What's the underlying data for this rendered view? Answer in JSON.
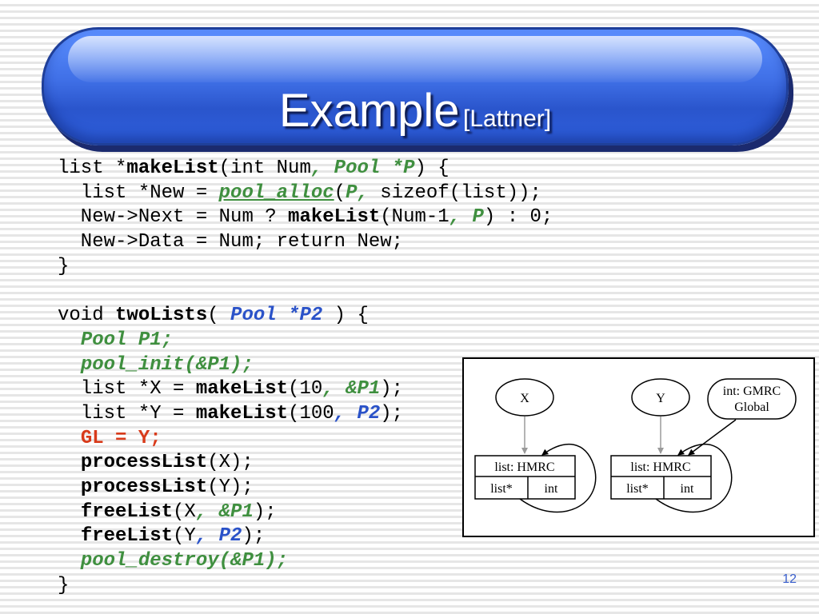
{
  "title": {
    "main": "Example",
    "sub": "[Lattner]"
  },
  "code": {
    "l1": {
      "a": "list *",
      "b": "makeList",
      "c": "(int Num",
      "d": ", Pool *P",
      "e": ") {"
    },
    "l2": {
      "a": "  list *New = ",
      "b": "pool_alloc",
      "c": "(",
      "d": "P,",
      "e": " sizeof(list));"
    },
    "l3": {
      "a": "  New->Next = Num ? ",
      "b": "makeList",
      "c": "(Num-1",
      "d": ", P",
      "e": ") : 0;"
    },
    "l4": "  New->Data = Num; return New;",
    "l5": "}",
    "l7": {
      "a": "void ",
      "b": "twoLists",
      "c": "( ",
      "d": "Pool *P2",
      "e": " ) {"
    },
    "l8": "Pool P1;",
    "l9": "pool_init(&P1);",
    "l10": {
      "a": "  list *X = ",
      "b": "makeList",
      "c": "(10",
      "d": ", &P1",
      "e": ");"
    },
    "l11": {
      "a": "  list *Y = ",
      "b": "makeList",
      "c": "(100",
      "d": ", P2",
      "e": ");"
    },
    "l12": "GL = Y;",
    "l13": {
      "b": "processList",
      "c": "(X);"
    },
    "l14": {
      "b": "processList",
      "c": "(Y);"
    },
    "l15": {
      "b": "freeList",
      "c": "(X",
      "d": ", &P1",
      "e": ");"
    },
    "l16": {
      "b": "freeList",
      "c": "(Y",
      "d": ", P2",
      "e": ");"
    },
    "l17": "pool_destroy(&P1);",
    "l18": "}"
  },
  "diagram": {
    "node_x": "X",
    "node_y": "Y",
    "global_line1": "int: GMRC",
    "global_line2": "Global",
    "left_box": {
      "header": "list: HMRC",
      "cell1": "list*",
      "cell2": "int"
    },
    "right_box": {
      "header": "list: HMRC",
      "cell1": "list*",
      "cell2": "int"
    }
  },
  "page_number": "12"
}
